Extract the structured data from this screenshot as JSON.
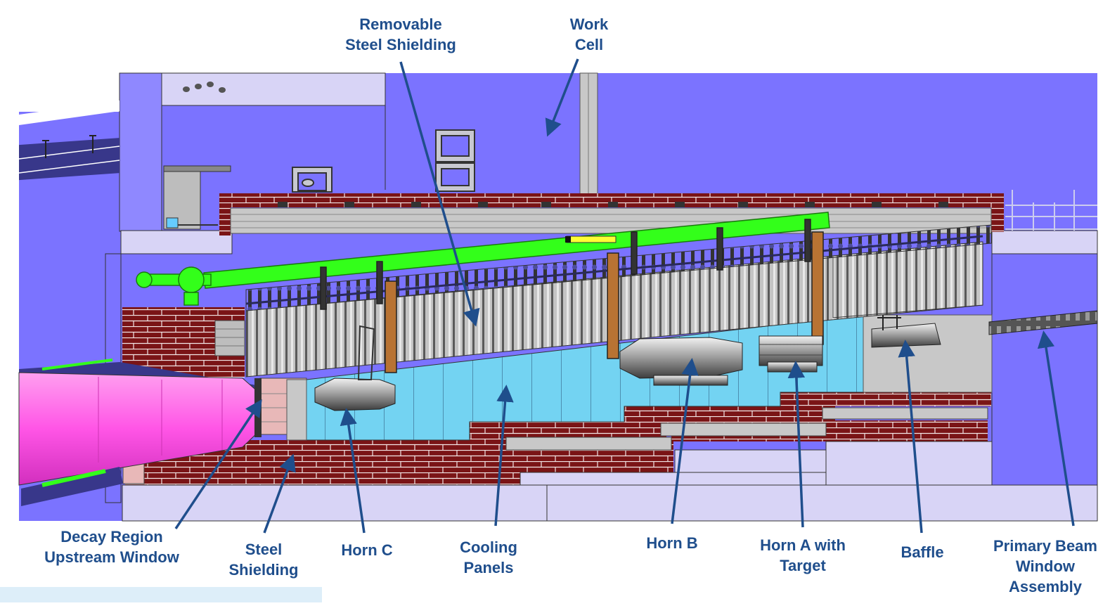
{
  "labels": {
    "removable_steel_shielding": [
      "Removable",
      "Steel Shielding"
    ],
    "work_cell": [
      "Work",
      "Cell"
    ],
    "decay_region_upstream_window": [
      "Decay Region",
      "Upstream Window"
    ],
    "steel_shielding": [
      "Steel",
      "Shielding"
    ],
    "horn_c": [
      "Horn C"
    ],
    "cooling_panels": [
      "Cooling",
      "Panels"
    ],
    "horn_b": [
      "Horn B"
    ],
    "horn_a_with_target": [
      "Horn A with",
      "Target"
    ],
    "baffle": [
      "Baffle"
    ],
    "primary_beam_window_assembly": [
      "Primary Beam",
      "Window",
      "Assembly"
    ]
  },
  "colors": {
    "label": "#1f4e8c",
    "arrow": "#1f4e8c",
    "hall": "#7b73ff",
    "concrete": "#d9d6f2",
    "brick": "#7a1416",
    "cooling_panel": "#73d3f2",
    "shield_block": "#bcbcbc",
    "pipe": "#33ff1a",
    "decay_pipe": "#ff66e6"
  }
}
